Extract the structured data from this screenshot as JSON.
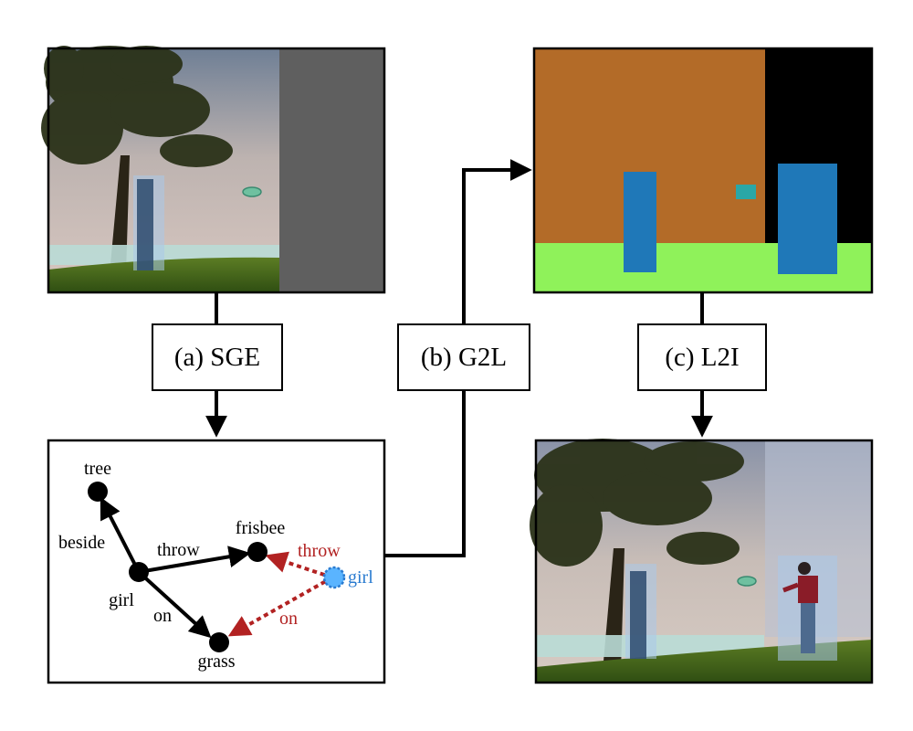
{
  "steps": {
    "sge": "(a) SGE",
    "g2l": "(b) G2L",
    "l2i": "(c) L2I"
  },
  "graph": {
    "nodes": {
      "tree": "tree",
      "girl": "girl",
      "frisbee": "frisbee",
      "grass": "grass",
      "new_girl": "girl"
    },
    "edges": {
      "beside": "beside",
      "throw": "throw",
      "on": "on",
      "new_throw": "throw",
      "new_on": "on"
    }
  },
  "colors": {
    "existing": "#000000",
    "added_edge": "#b22222",
    "added_node": "#2a7bd0",
    "added_node_fill": "#5ab4ff",
    "layout_sky_region": "#b36b28",
    "layout_grass": "#8ff25a",
    "layout_person": "#1f78b8",
    "layout_frisbee": "#2aa7a7",
    "layout_background": "#000000",
    "mask_gray": "#5f5f5f"
  }
}
